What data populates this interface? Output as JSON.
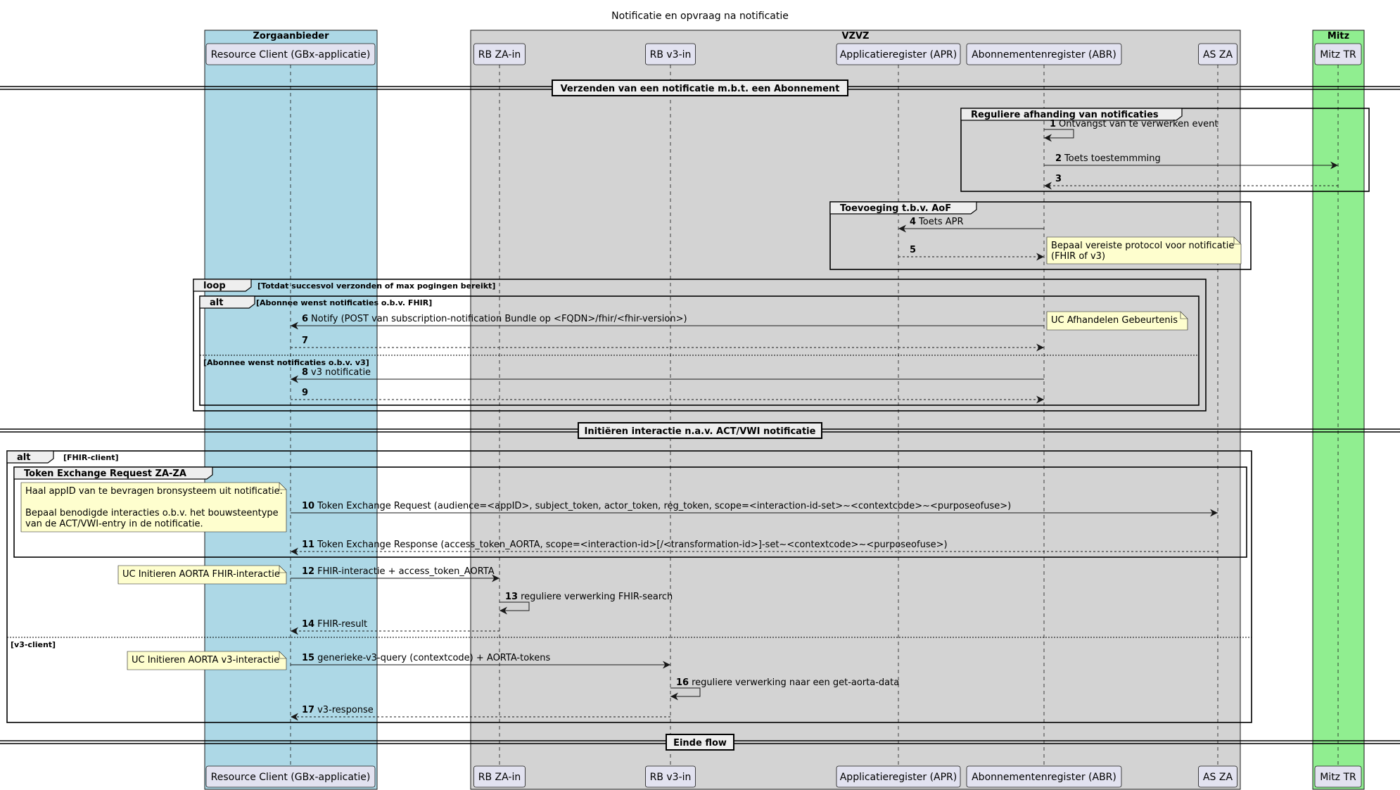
{
  "title": "Notificatie en opvraag na notificatie",
  "boxes": [
    {
      "id": "za",
      "label": "Zorgaanbieder",
      "color": "#ADD8E6"
    },
    {
      "id": "vzvz",
      "label": "VZVZ",
      "color": "#D3D3D3"
    },
    {
      "id": "mitz",
      "label": "Mitz",
      "color": "#90EE90"
    }
  ],
  "participants": [
    {
      "id": "rc",
      "label": "Resource Client (GBx-applicatie)"
    },
    {
      "id": "rbza",
      "label": "RB ZA-in"
    },
    {
      "id": "rbv3",
      "label": "RB v3-in"
    },
    {
      "id": "apr",
      "label": "Applicatieregister (APR)"
    },
    {
      "id": "abr",
      "label": "Abonnementenregister (ABR)"
    },
    {
      "id": "asza",
      "label": "AS ZA"
    },
    {
      "id": "mitztr",
      "label": "Mitz TR"
    }
  ],
  "dividers": [
    {
      "id": "div1",
      "label": "Verzenden van een notificatie m.b.t. een Abonnement"
    },
    {
      "id": "div2",
      "label": "Initiëren interactie n.a.v. ACT/VWI notificatie"
    },
    {
      "id": "div3",
      "label": "Einde flow"
    }
  ],
  "groups": [
    {
      "id": "g1",
      "kind": "Reguliere afhanding van notificaties",
      "guard": ""
    },
    {
      "id": "g2",
      "kind": "Toevoeging t.b.v. AoF",
      "guard": ""
    },
    {
      "id": "g3",
      "kind": "loop",
      "guard": "[Totdat succesvol verzonden of max pogingen bereikt]"
    },
    {
      "id": "g4",
      "kind": "alt",
      "guard": "[Abonnee wenst notificaties o.b.v. FHIR]",
      "else_guard": "[Abonnee wenst notificaties o.b.v. v3]"
    },
    {
      "id": "g5",
      "kind": "alt",
      "guard": "[FHIR-client]",
      "else_guard": "[v3-client]"
    },
    {
      "id": "g6",
      "kind": "Token Exchange Request ZA-ZA",
      "guard": ""
    }
  ],
  "messages": [
    {
      "num": "1",
      "text": "Ontvangst van te verwerken event",
      "from": "abr",
      "to": "abr",
      "style": "solid"
    },
    {
      "num": "2",
      "text": "Toets toestemmming",
      "from": "abr",
      "to": "mitztr",
      "style": "solid"
    },
    {
      "num": "3",
      "text": "",
      "from": "mitztr",
      "to": "abr",
      "style": "dashed"
    },
    {
      "num": "4",
      "text": "Toets APR",
      "from": "abr",
      "to": "apr",
      "style": "solid"
    },
    {
      "num": "5",
      "text": "",
      "from": "apr",
      "to": "abr",
      "style": "dashed"
    },
    {
      "num": "6",
      "text": "Notify (POST van subscription-notification Bundle op <FQDN>/fhir/<fhir-version>)",
      "from": "abr",
      "to": "rc",
      "style": "solid"
    },
    {
      "num": "7",
      "text": "",
      "from": "rc",
      "to": "abr",
      "style": "dashed"
    },
    {
      "num": "8",
      "text": "v3 notificatie",
      "from": "abr",
      "to": "rc",
      "style": "solid"
    },
    {
      "num": "9",
      "text": "",
      "from": "rc",
      "to": "abr",
      "style": "dashed"
    },
    {
      "num": "10",
      "text": "Token Exchange Request (audience=<appID>, subject_token, actor_token, reg_token, scope=<interaction-id-set>~<contextcode>~<purposeofuse>)",
      "from": "rc",
      "to": "asza",
      "style": "solid"
    },
    {
      "num": "11",
      "text": "Token Exchange Response (access_token_AORTA, scope=<interaction-id>[/<transformation-id>]-set~<contextcode>~<purposeofuse>)",
      "from": "asza",
      "to": "rc",
      "style": "dashed"
    },
    {
      "num": "12",
      "text": "FHIR-interactie + access_token_AORTA",
      "from": "rc",
      "to": "rbza",
      "style": "solid"
    },
    {
      "num": "13",
      "text": "reguliere verwerking FHIR-search",
      "from": "rbza",
      "to": "rbza",
      "style": "solid"
    },
    {
      "num": "14",
      "text": "FHIR-result",
      "from": "rbza",
      "to": "rc",
      "style": "dashed"
    },
    {
      "num": "15",
      "text": "generieke-v3-query (contextcode) + AORTA-tokens",
      "from": "rc",
      "to": "rbv3",
      "style": "solid"
    },
    {
      "num": "16",
      "text": "reguliere verwerking naar een get-aorta-data",
      "from": "rbv3",
      "to": "rbv3",
      "style": "solid"
    },
    {
      "num": "17",
      "text": "v3-response",
      "from": "rbv3",
      "to": "rc",
      "style": "dashed"
    }
  ],
  "notes": [
    {
      "id": "n1",
      "lines": [
        "Bepaal vereiste protocol voor notificatie",
        "(FHIR of v3)"
      ]
    },
    {
      "id": "n2",
      "lines": [
        "UC Afhandelen Gebeurtenis"
      ]
    },
    {
      "id": "n3",
      "lines": [
        "Haal appID van te bevragen bronsysteem uit notificatie.",
        "",
        "Bepaal benodigde interacties o.b.v. het bouwsteentype",
        "van de ACT/VWI-entry in de notificatie."
      ]
    },
    {
      "id": "n4",
      "lines": [
        "UC Initieren AORTA FHIR-interactie"
      ]
    },
    {
      "id": "n5",
      "lines": [
        "UC Initieren AORTA v3-interactie"
      ]
    }
  ],
  "colors": {
    "note_fill": "#FEFECE",
    "participant_fill": "#E2E2F0",
    "line": "#181818"
  }
}
